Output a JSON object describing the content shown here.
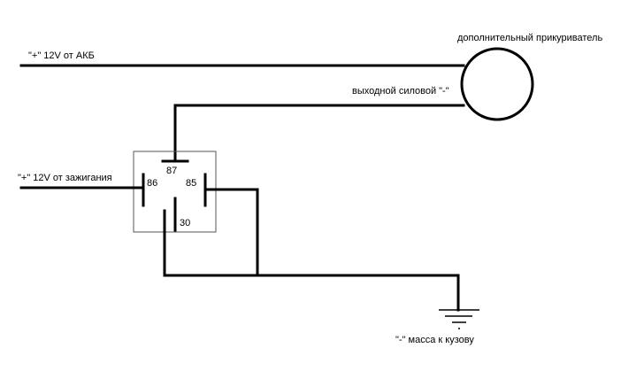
{
  "labels": {
    "accessory_socket": "дополнительный прикуриватель",
    "battery_plus": "\"+\"  12V от АКБ",
    "output_minus": "выходной силовой \"-\"",
    "ignition_plus": "\"+\"  12V от зажигания",
    "ground": "\"-\" масса к кузову"
  },
  "relay": {
    "pin87": "87",
    "pin86": "86",
    "pin85": "85",
    "pin30": "30"
  }
}
